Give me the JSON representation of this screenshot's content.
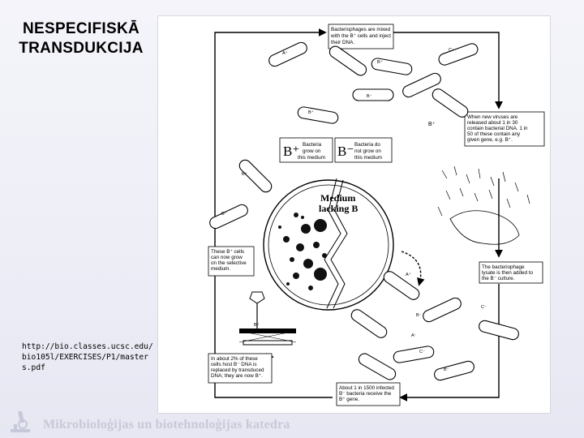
{
  "slide": {
    "title_line1": "NESPECIFISKĀ",
    "title_line2": "TRANSDUKCIJA",
    "source": "http://bio.classes.ucsc.edu/bio105l/EXERCISES/P1/masters.pdf",
    "footer": "Mikrobioloģijas un biotehnoloģijas katedra"
  },
  "figure": {
    "notes": {
      "n1": [
        "Bacteriophages are mixed",
        "with the B⁺ cells and inject",
        "their DNA."
      ],
      "n2": [
        "When new viruses are",
        "released about 1 in 30",
        "contain bacterial DNA. 1 in",
        "50 of these contain any",
        "given gene, e.g. B⁺."
      ],
      "n3": [
        "The bacteriophage",
        "lysate is then added to",
        "the B⁻ culture."
      ],
      "n4": [
        "About 1 in 1500 infected",
        "B⁻ bacteria receive the",
        "B⁺ gene."
      ],
      "n5": [
        "In about 2% of these",
        "cells host B⁻ DNA is",
        "replaced by transduced",
        "DNA; they are now B⁺."
      ],
      "n6": [
        "These B⁺ cells",
        "can now grow",
        "on the selective",
        "medium."
      ]
    },
    "legend": {
      "plus_symbol": "B⁺",
      "plus_text": [
        "Bacteria",
        "grow on",
        "this medium"
      ],
      "minus_symbol": "B⁻",
      "minus_text": [
        "Bacteria do",
        "not grow on",
        "this medium"
      ]
    },
    "plate_label": [
      "Medium",
      "lacking B"
    ],
    "cell_labels": {
      "a_plus": "A⁺",
      "b_plus": "B⁺",
      "c_plus": "C⁺",
      "a_minus": "A⁻",
      "b_minus": "B⁻",
      "c_minus": "C⁻"
    }
  }
}
